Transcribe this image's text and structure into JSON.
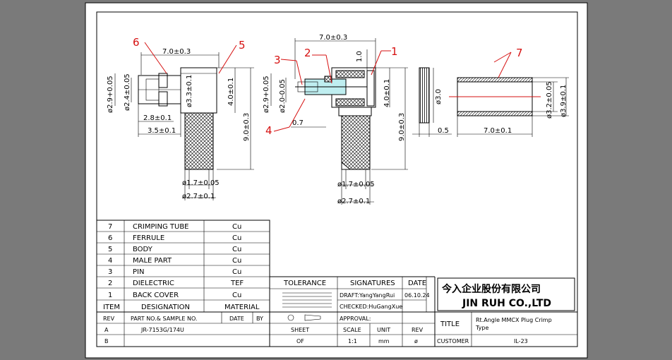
{
  "callouts": {
    "c1": "1",
    "c2": "2",
    "c3": "3",
    "c4": "4",
    "c5": "5",
    "c6": "6",
    "c7": "7"
  },
  "dims": {
    "left_len": "7.0±0.3",
    "left_d29": "ø2.9+0.05",
    "left_d24": "ø2.4±0.05",
    "left_d33": "ø3.3±0.1",
    "left_h40": "4.0±0.1",
    "left_h90": "9.0±0.3",
    "left_28": "2.8±0.1",
    "left_35": "3.5±0.1",
    "left_d17": "ø1.7±0.05",
    "left_d27": "ø2.7±0.1",
    "mid_len": "7.0±0.3",
    "mid_10": "1.0",
    "mid_d29": "ø2.9+0.05",
    "mid_d20": "ø2.0-0.05",
    "mid_h40": "4.0±0.1",
    "mid_h90": "9.0±0.3",
    "mid_07": "0.7",
    "mid_d17": "ø1.7±0.05",
    "mid_d27": "ø2.7±0.1",
    "fer_d30": "ø3.0",
    "fer_05": "0.5",
    "tube_len": "7.0±0.1",
    "tube_d32": "ø3.2±0.05",
    "tube_d39": "ø3.9±0.1"
  },
  "bom": [
    {
      "item": "7",
      "name": "CRIMPING TUBE",
      "mat": "Cu"
    },
    {
      "item": "6",
      "name": "FERRULE",
      "mat": "Cu"
    },
    {
      "item": "5",
      "name": "BODY",
      "mat": "Cu"
    },
    {
      "item": "4",
      "name": "MALE PART",
      "mat": "Cu"
    },
    {
      "item": "3",
      "name": "PIN",
      "mat": "Cu"
    },
    {
      "item": "2",
      "name": "DIELECTRIC",
      "mat": "TEF"
    },
    {
      "item": "1",
      "name": "BACK COVER",
      "mat": "Cu"
    }
  ],
  "bom_header": {
    "item": "ITEM",
    "name": "DESIGNATION",
    "mat": "MATERIAL"
  },
  "tb": {
    "tolerance": "TOLERANCE",
    "signatures": "SIGNATURES",
    "date": "DATE",
    "date_val": "06.10.24",
    "draft": "DRAFT:YangYangRui",
    "checked": "CHECKED:HuGangXue",
    "approval": "APPROVAL:",
    "company_cn": "今入企业股份有限公司",
    "company_en": "JIN RUH CO.,LTD",
    "rev": "REV",
    "part": "PART NO.& SAMPLE NO.",
    "date2": "DATE",
    "by": "BY",
    "row_a": "A",
    "part_no": "JR-7153G/174U",
    "row_b": "B",
    "sheet": "SHEET",
    "scale": "SCALE",
    "unit": "UNIT",
    "rev2": "REV",
    "sheet_val": "OF",
    "scale_val": "1:1",
    "unit_val": "mm",
    "rev_val": "ø",
    "title_lbl": "TITLE",
    "title_val1": "Rt.Angle MMCX Plug Crimp",
    "title_val2": "Type",
    "customer": "CUSTOMER",
    "drawing_no": "IL-23"
  }
}
